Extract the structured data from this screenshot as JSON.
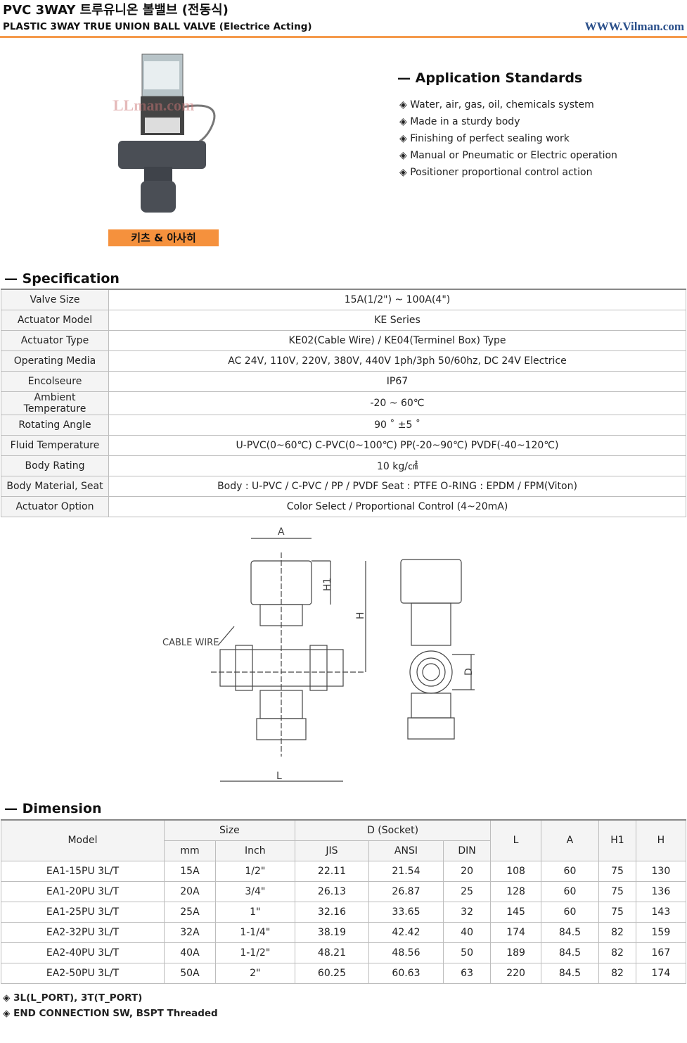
{
  "header": {
    "title_ko": "PVC 3WAY 트루유니온 볼밸브 (전동식)",
    "title_en": "PLASTIC 3WAY TRUE UNION BALL VALVE (Electrice Acting)",
    "site": "WWW.Vilman.com"
  },
  "product": {
    "watermark": "VLLman.com",
    "brand": "키츠 & 아사히"
  },
  "application": {
    "title": "Application Standards",
    "items": [
      "Water, air, gas, oil, chemicals system",
      "Made in a sturdy body",
      "Finishing of perfect sealing work",
      "Manual or Pneumatic or Electric operation",
      "Positioner proportional control action"
    ]
  },
  "specification": {
    "title": "Specification",
    "rows": [
      [
        "Valve Size",
        "15A(1/2\") ~ 100A(4\")"
      ],
      [
        "Actuator Model",
        "KE Series"
      ],
      [
        "Actuator Type",
        "KE02(Cable Wire) / KE04(Terminel Box) Type"
      ],
      [
        "Operating Media",
        "AC 24V, 110V, 220V, 380V, 440V 1ph/3ph 50/60hz,    DC 24V Electrice"
      ],
      [
        "Encolseure",
        "IP67"
      ],
      [
        "Ambient Temperature",
        "-20 ~ 60℃"
      ],
      [
        "Rotating Angle",
        "90 ˚ ±5 ˚"
      ],
      [
        "Fluid Temperature",
        "U-PVC(0~60℃)    C-PVC(0~100℃)    PP(-20~90℃)    PVDF(-40~120℃)"
      ],
      [
        "Body Rating",
        "10 kg/㎠"
      ],
      [
        "Body Material, Seat",
        "Body : U-PVC / C-PVC / PP / PVDF        Seat : PTFE       O-RING : EPDM / FPM(Viton)"
      ],
      [
        "Actuator Option",
        "Color Select / Proportional Control (4~20mA)"
      ]
    ]
  },
  "drawing": {
    "A": "A",
    "H1": "H1",
    "H": "H",
    "D": "D",
    "L": "L",
    "cable": "CABLE WIRE"
  },
  "dimension": {
    "title": "Dimension",
    "h": {
      "model": "Model",
      "size": "Size",
      "d": "D (Socket)",
      "L": "L",
      "A": "A",
      "H1": "H1",
      "H": "H",
      "mm": "mm",
      "inch": "Inch",
      "jis": "JIS",
      "ansi": "ANSI",
      "din": "DIN"
    },
    "rows": [
      [
        "EA1-15PU 3L/T",
        "15A",
        "1/2\"",
        "22.11",
        "21.54",
        "20",
        "108",
        "60",
        "75",
        "130"
      ],
      [
        "EA1-20PU 3L/T",
        "20A",
        "3/4\"",
        "26.13",
        "26.87",
        "25",
        "128",
        "60",
        "75",
        "136"
      ],
      [
        "EA1-25PU 3L/T",
        "25A",
        "1\"",
        "32.16",
        "33.65",
        "32",
        "145",
        "60",
        "75",
        "143"
      ],
      [
        "EA2-32PU 3L/T",
        "32A",
        "1-1/4\"",
        "38.19",
        "42.42",
        "40",
        "174",
        "84.5",
        "82",
        "159"
      ],
      [
        "EA2-40PU 3L/T",
        "40A",
        "1-1/2\"",
        "48.21",
        "48.56",
        "50",
        "189",
        "84.5",
        "82",
        "167"
      ],
      [
        "EA2-50PU 3L/T",
        "50A",
        "2\"",
        "60.25",
        "60.63",
        "63",
        "220",
        "84.5",
        "82",
        "174"
      ]
    ]
  },
  "notes": [
    "3L(L_PORT),   3T(T_PORT)",
    "END CONNECTION  SW,  BSPT Threaded"
  ]
}
